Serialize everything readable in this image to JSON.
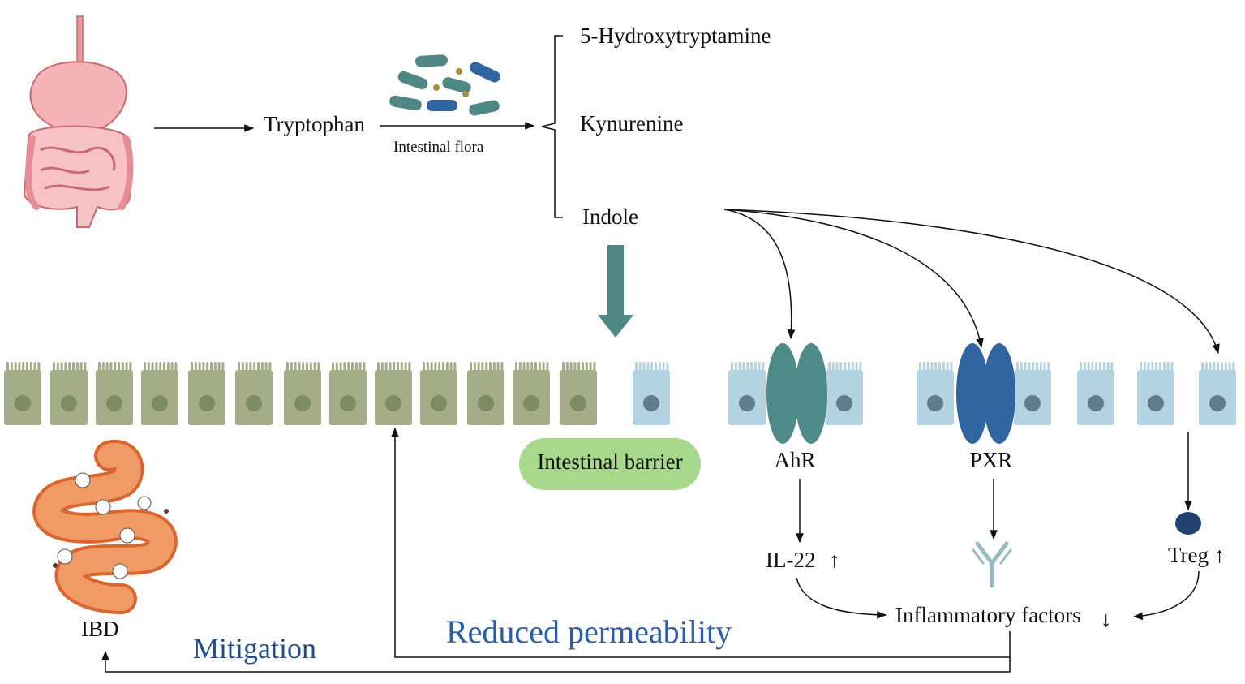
{
  "labels": {
    "tryptophan": "Tryptophan",
    "intestinal_flora": "Intestinal  flora",
    "hydroxytryptamine": "5-Hydroxytryptamine",
    "kynurenine": "Kynurenine",
    "indole": "Indole",
    "intestinal_barrier": "Intestinal  barrier",
    "ahr": "AhR",
    "pxr": "PXR",
    "il22": "IL-22",
    "treg": "Treg",
    "inflammatory_factors": "Inflammatory  factors",
    "ibd": "IBD",
    "mitigation": "Mitigation",
    "reduced_permeability": "Reduced permeability",
    "up_arrow": "↑",
    "down_arrow": "↓"
  },
  "colors": {
    "olive_cell": "#a4ad87",
    "olive_nucleus": "#7d8c63",
    "light_cell": "#b4d3e0",
    "light_nucleus": "#5e7c8d",
    "ahr_receptor": "#4d8a88",
    "pxr_receptor": "#2f66a0",
    "treg_cell": "#22406d",
    "teal_arrow": "#4e8783",
    "barrier_pill": "#a8d88c",
    "stomach_pink": "#f2a3a8",
    "ibd_orange": "#ef8a56"
  },
  "icons": [
    "gut-organ-icon",
    "bacteria-cluster-icon",
    "antibody-icon",
    "inflamed-intestine-icon"
  ]
}
